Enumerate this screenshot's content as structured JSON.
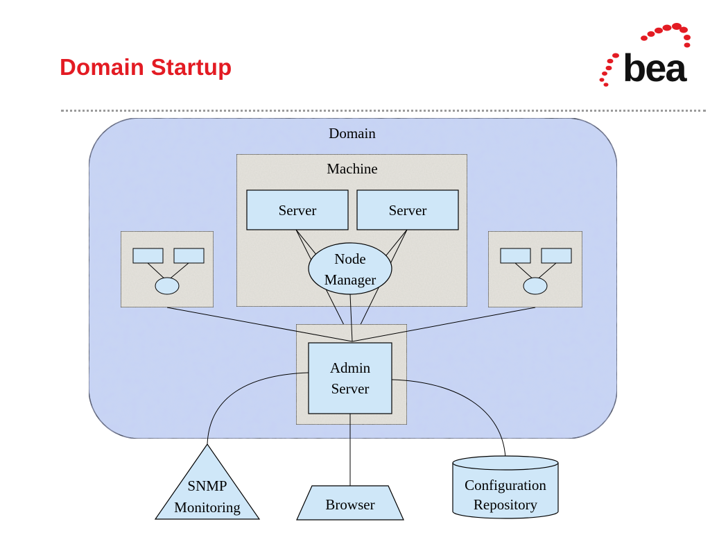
{
  "slide": {
    "title": "Domain Startup"
  },
  "logo": {
    "text": "bea",
    "brand_color": "#e31b23"
  },
  "diagram": {
    "domain_label": "Domain",
    "machine_label": "Machine",
    "server_left_label": "Server",
    "server_right_label": "Server",
    "node_manager_line1": "Node",
    "node_manager_line2": "Manager",
    "admin_server_line1": "Admin",
    "admin_server_line2": "Server",
    "snmp_line1": "SNMP",
    "snmp_line2": "Monitoring",
    "browser_label": "Browser",
    "config_line1": "Configuration",
    "config_line2": "Repository"
  },
  "colors": {
    "domain_fill": "#c9d6f3",
    "machine_fill": "#e6e4de",
    "box_fill": "#cfe7f8",
    "title_color": "#e31b23"
  }
}
